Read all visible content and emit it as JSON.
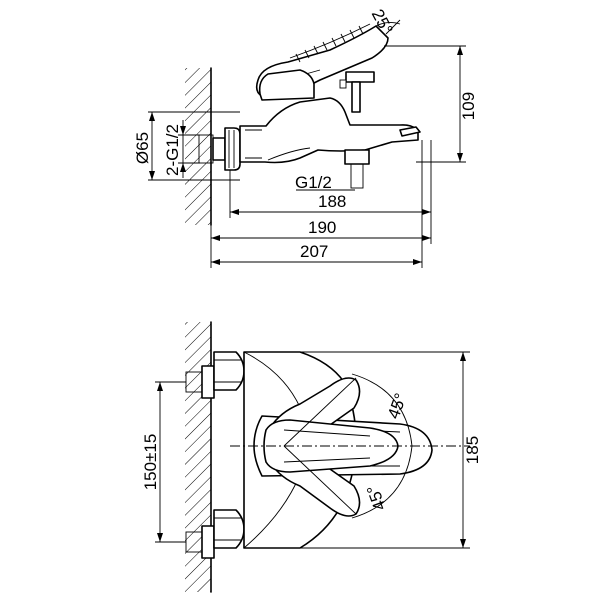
{
  "top_view": {
    "dim_angle_handle": "25°",
    "dim_height": "109",
    "dim_diameter": "Ø65",
    "dim_inlet_thread": "2-G1/2",
    "dim_outlet_thread": "G1/2",
    "dim_length_188": "188",
    "dim_length_190": "190",
    "dim_length_207": "207"
  },
  "front_view": {
    "dim_angle_upper": "45°",
    "dim_angle_lower": "45°",
    "dim_width": "185",
    "dim_centers": "150±15"
  }
}
